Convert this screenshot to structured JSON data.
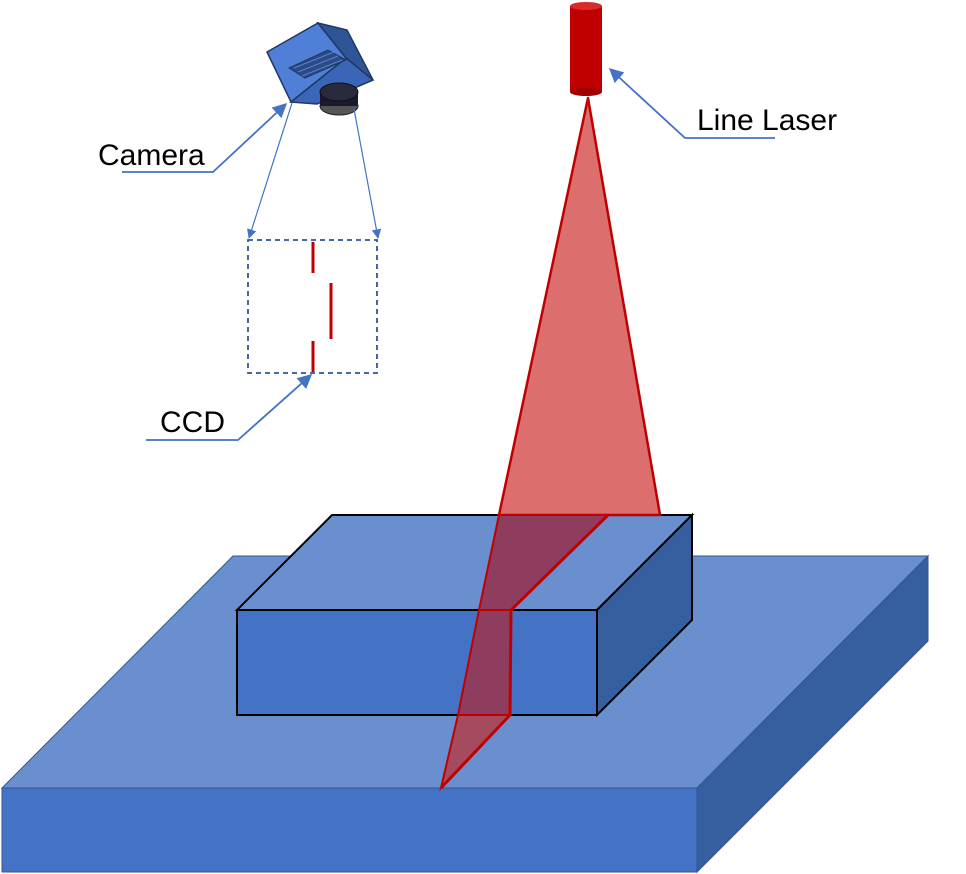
{
  "labels": {
    "camera": "Camera",
    "line_laser": "Line Laser",
    "ccd": "CCD"
  },
  "colors": {
    "plate_top": "#6a8fce",
    "plate_front": "#4472c4",
    "plate_side": "#365fa0",
    "block_top": "#6a8fce",
    "block_front": "#4472c4",
    "block_side": "#365fa0",
    "laser": "#c00000",
    "laser_fan": "#dc6e6e",
    "laser_on_block": "#8e3d5e",
    "leader": "#4472c4",
    "ccd_border": "#2f5597",
    "camera_body": "#4472c4",
    "lens": "#1a1a2e"
  }
}
